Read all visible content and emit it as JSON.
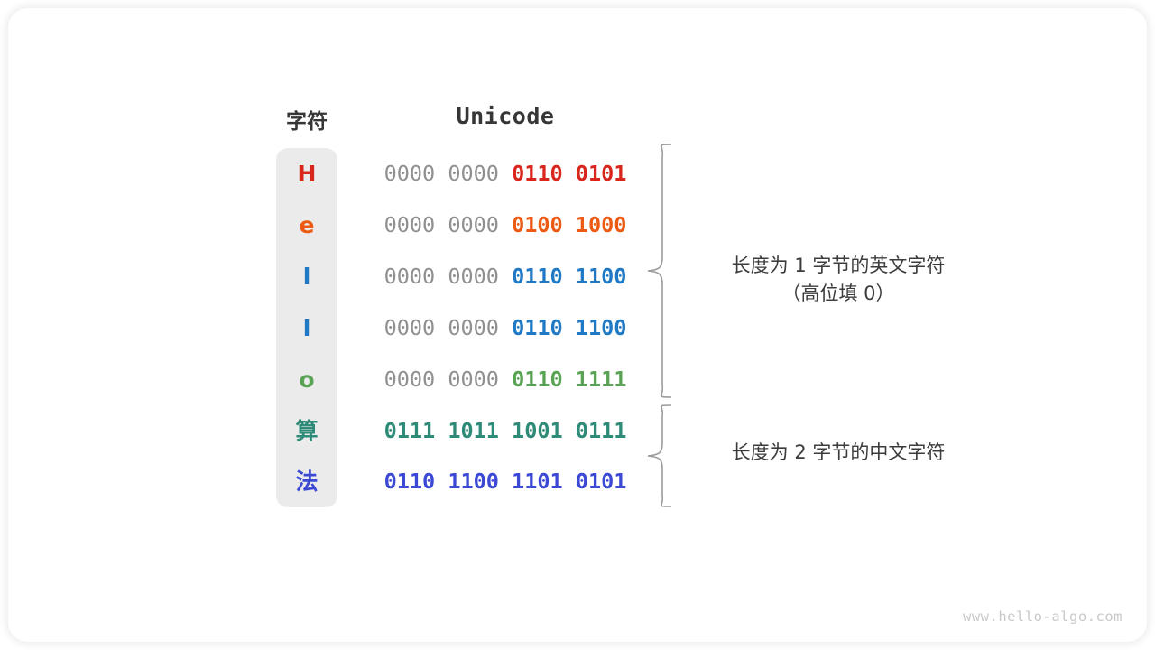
{
  "diagram": {
    "title_row": {
      "char_header": "字符",
      "unicode_header": "Unicode"
    },
    "rows": [
      {
        "char": "H",
        "color": "#d9261c",
        "pad": "0000 0000 ",
        "bits": "0110 0101",
        "group": 1
      },
      {
        "char": "e",
        "color": "#ec5a13",
        "pad": "0000 0000 ",
        "bits": "0100 1000",
        "group": 1
      },
      {
        "char": "l",
        "color": "#2079c5",
        "pad": "0000 0000 ",
        "bits": "0110 1100",
        "group": 1
      },
      {
        "char": "l",
        "color": "#2079c5",
        "pad": "0000 0000 ",
        "bits": "0110 1100",
        "group": 1
      },
      {
        "char": "o",
        "color": "#5aa355",
        "pad": "0000 0000 ",
        "bits": "0110 1111",
        "group": 1
      },
      {
        "char": "算",
        "color": "#2e8b78",
        "pad": "",
        "bits": "0111 1011 1001 0111",
        "group": 2
      },
      {
        "char": "法",
        "color": "#3b49d4",
        "pad": "",
        "bits": "0110 1100 1101 0101",
        "group": 2
      }
    ],
    "annotations": [
      {
        "text": "长度为 1 字节的英文字符\n（高位填 0）"
      },
      {
        "text": "长度为 2 字节的中文字符"
      }
    ],
    "watermark": "www.hello-algo.com",
    "colors": {
      "char_column_bg": "#ebebeb",
      "pad_gray": "#909090",
      "brace_gray": "#9a9a9a",
      "text_dark": "#363636",
      "card_bg": "#ffffff",
      "watermark_gray": "#c9c9c9"
    }
  }
}
